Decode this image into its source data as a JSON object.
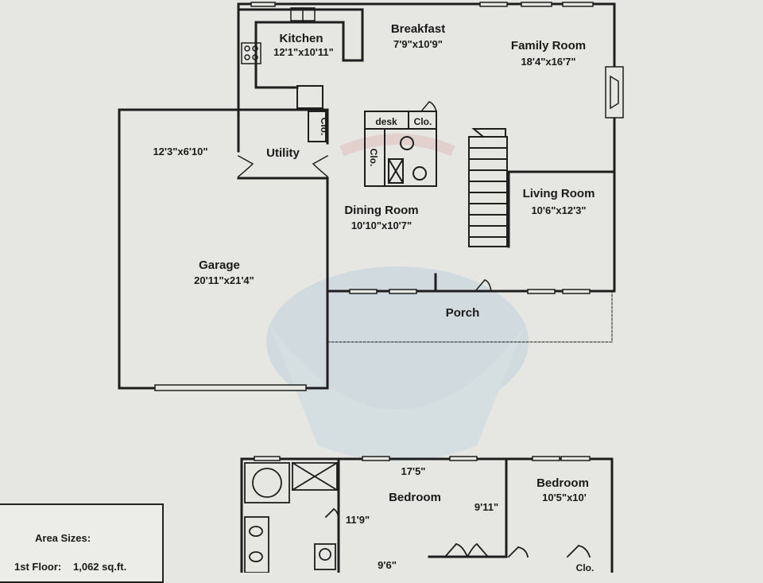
{
  "first_floor": {
    "kitchen": {
      "name": "Kitchen",
      "size": "12'1\"x10'11\""
    },
    "breakfast": {
      "name": "Breakfast",
      "size": "7'9\"x10'9\""
    },
    "family_room": {
      "name": "Family Room",
      "size": "18'4\"x16'7\""
    },
    "utility": {
      "name": "Utility",
      "size": "12'3\"x6'10\""
    },
    "desk": "desk",
    "closet": "Clo.",
    "dining_room": {
      "name": "Dining Room",
      "size": "10'10\"x10'7\""
    },
    "living_room": {
      "name": "Living Room",
      "size": "10'6\"x12'3\""
    },
    "garage": {
      "name": "Garage",
      "size": "20'11\"x21'4\""
    },
    "porch": "Porch"
  },
  "second_floor": {
    "bedroom_main": {
      "name": "Bedroom",
      "width": "17'5\"",
      "depth": "11'9\"",
      "inner": "9'11\"",
      "lower": "9'6\""
    },
    "bedroom_right": {
      "name": "Bedroom",
      "size": "10'5\"x10'"
    },
    "closet": "Clo."
  },
  "area_sizes": {
    "title": "Area Sizes:",
    "rows": [
      {
        "label": "1st Floor:",
        "value": "1,062 sq.ft."
      }
    ]
  },
  "colors": {
    "line": "#1e1e1e",
    "paper": "#e6e6e2",
    "watermark": "#8fb1c9"
  }
}
